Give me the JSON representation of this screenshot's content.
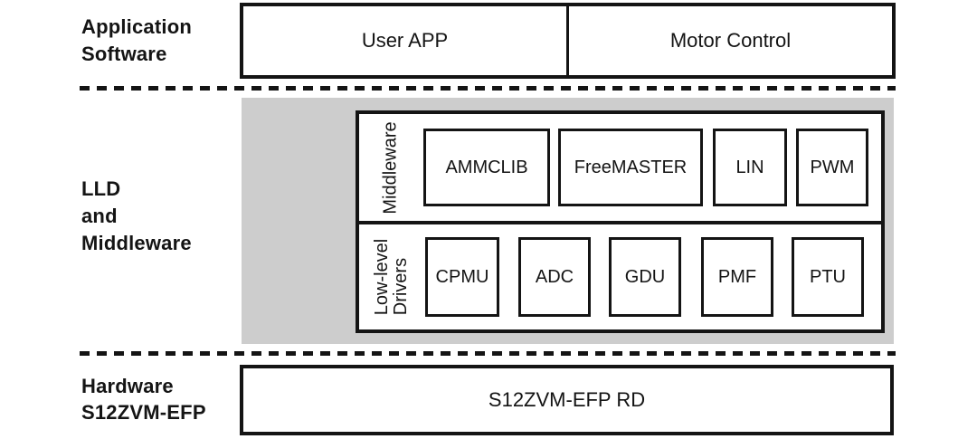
{
  "diagram": {
    "app_layer": {
      "side_label": {
        "line1": "Application",
        "line2": "Software"
      },
      "user_app": "User APP",
      "motor_control": "Motor Control"
    },
    "mid_layer": {
      "side_label": {
        "line1": "LLD",
        "line2": "and",
        "line3": "Middleware"
      },
      "middleware_row": {
        "row_label": "Middleware",
        "boxes": [
          "AMMCLIB",
          "FreeMASTER",
          "LIN",
          "PWM"
        ]
      },
      "lld_row": {
        "row_label_line1": "Low-level",
        "row_label_line2": "Drivers",
        "boxes": [
          "CPMU",
          "ADC",
          "GDU",
          "PMF",
          "PTU"
        ]
      }
    },
    "hw_layer": {
      "side_label": {
        "line1": "Hardware",
        "line2": "S12ZVM-EFP"
      },
      "board": "S12ZVM-EFP RD"
    },
    "colors": {
      "background": "#ffffff",
      "panel_gray": "#cdcdcd",
      "ink": "#141414"
    }
  }
}
